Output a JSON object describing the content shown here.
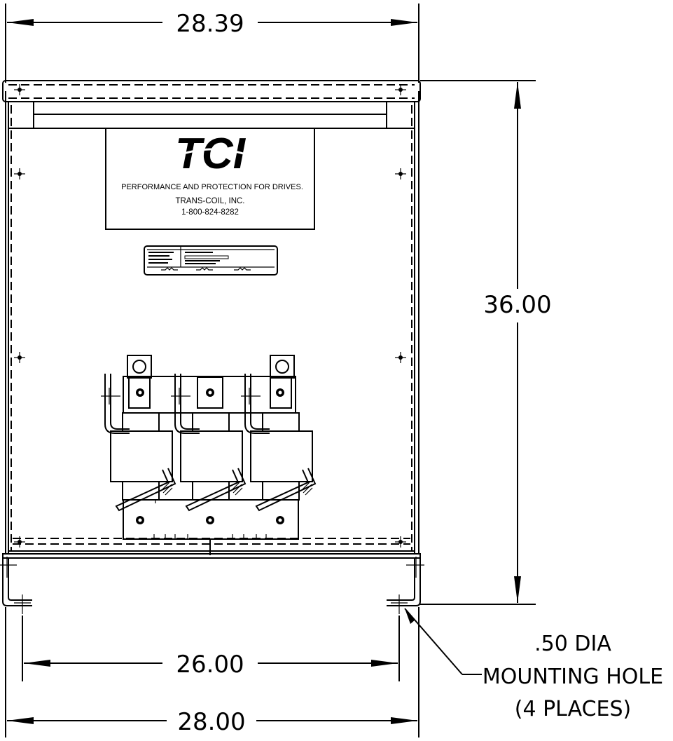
{
  "dimensions": {
    "top_width": "28.39",
    "height": "36.00",
    "mount_spacing": "26.00",
    "base_width": "28.00"
  },
  "callout": {
    "line1": ".50  DIA",
    "line2": "MOUNTING HOLE",
    "line3": "(4 PLACES)"
  },
  "label_plate": {
    "logo": "TCI",
    "tagline": "PERFORMANCE AND PROTECTION FOR DRIVES.",
    "company": "TRANS-COIL, INC.",
    "phone": "1-800-824-8282"
  }
}
